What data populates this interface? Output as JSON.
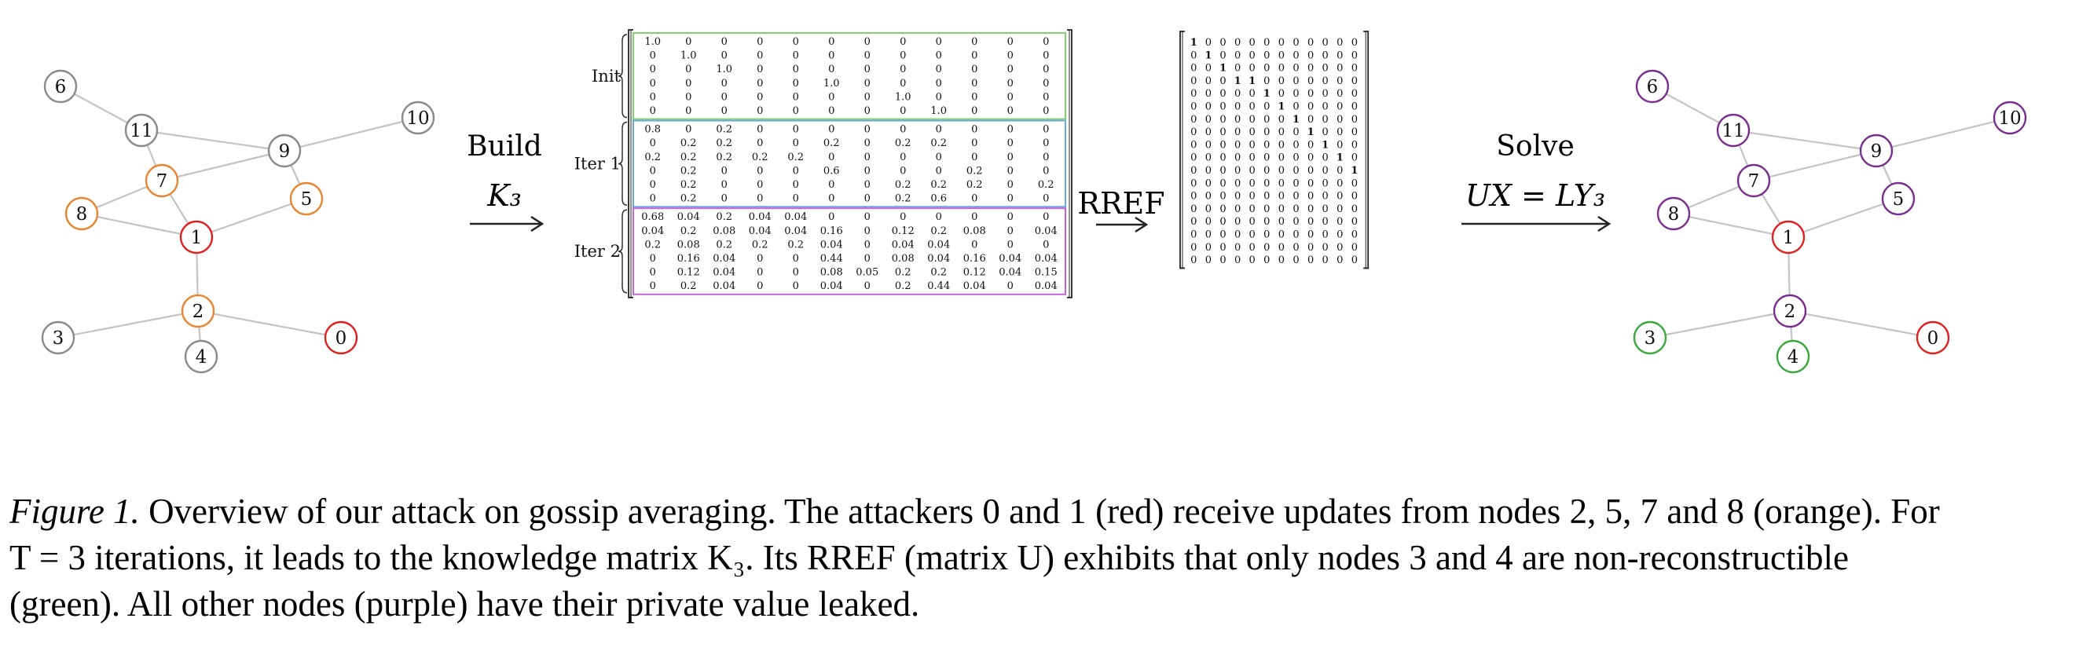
{
  "colors": {
    "grey": "#8a8a8a",
    "orange": "#e8852f",
    "red": "#e02020",
    "purple": "#7a2e8f",
    "green": "#3aa83a",
    "edge": "#c4c4c4",
    "box_init": "#7fd36a",
    "box_iter1": "#6aa9e0",
    "box_iter2": "#c266d6"
  },
  "graph": {
    "nodes": [
      {
        "id": "0",
        "x": 0.44,
        "y": 0.0
      },
      {
        "id": "1",
        "x": 0.1,
        "y": 0.0
      },
      {
        "id": "2",
        "x": 0.1,
        "y": 0.0
      },
      {
        "id": "3",
        "x": 0.0,
        "y": 0.0
      },
      {
        "id": "4",
        "x": 0.1,
        "y": 0.0
      },
      {
        "id": "5",
        "x": 0.0,
        "y": 0.0
      },
      {
        "id": "6",
        "x": 0.0,
        "y": 0.0
      },
      {
        "id": "7",
        "x": 0.0,
        "y": 0.0
      },
      {
        "id": "8",
        "x": 0.0,
        "y": 0.0
      },
      {
        "id": "9",
        "x": 0.0,
        "y": 0.0
      },
      {
        "id": "10",
        "x": 0.0,
        "y": 0.0
      },
      {
        "id": "11",
        "x": 0.0,
        "y": 0.0
      }
    ],
    "edges": [
      [
        "6",
        "11"
      ],
      [
        "11",
        "9"
      ],
      [
        "11",
        "7"
      ],
      [
        "7",
        "9"
      ],
      [
        "9",
        "10"
      ],
      [
        "9",
        "5"
      ],
      [
        "7",
        "8"
      ],
      [
        "7",
        "1"
      ],
      [
        "8",
        "1"
      ],
      [
        "5",
        "1"
      ],
      [
        "1",
        "2"
      ],
      [
        "2",
        "3"
      ],
      [
        "2",
        "4"
      ],
      [
        "2",
        "0"
      ]
    ],
    "left_status": {
      "0": "red",
      "1": "red",
      "2": "orange",
      "5": "orange",
      "7": "orange",
      "8": "orange",
      "3": "grey",
      "4": "grey",
      "6": "grey",
      "9": "grey",
      "10": "grey",
      "11": "grey"
    },
    "right_status": {
      "0": "red",
      "1": "red",
      "3": "green",
      "4": "green",
      "2": "purple",
      "5": "purple",
      "6": "purple",
      "7": "purple",
      "8": "purple",
      "9": "purple",
      "10": "purple",
      "11": "purple"
    }
  },
  "arrows": {
    "build_top": "Build",
    "build_bottom": "K₃",
    "rref": "RREF",
    "solve_top": "Solve",
    "solve_bottom": "UX = LY₃"
  },
  "k_matrix": {
    "blocks": [
      {
        "label": "Init",
        "rows": [
          [
            "1.0",
            "0",
            "0",
            "0",
            "0",
            "0",
            "0",
            "0",
            "0",
            "0",
            "0",
            "0"
          ],
          [
            "0",
            "1.0",
            "0",
            "0",
            "0",
            "0",
            "0",
            "0",
            "0",
            "0",
            "0",
            "0"
          ],
          [
            "0",
            "0",
            "1.0",
            "0",
            "0",
            "0",
            "0",
            "0",
            "0",
            "0",
            "0",
            "0"
          ],
          [
            "0",
            "0",
            "0",
            "0",
            "0",
            "1.0",
            "0",
            "0",
            "0",
            "0",
            "0",
            "0"
          ],
          [
            "0",
            "0",
            "0",
            "0",
            "0",
            "0",
            "0",
            "1.0",
            "0",
            "0",
            "0",
            "0"
          ],
          [
            "0",
            "0",
            "0",
            "0",
            "0",
            "0",
            "0",
            "0",
            "1.0",
            "0",
            "0",
            "0"
          ]
        ]
      },
      {
        "label": "Iter 1",
        "rows": [
          [
            "0.8",
            "0",
            "0.2",
            "0",
            "0",
            "0",
            "0",
            "0",
            "0",
            "0",
            "0",
            "0"
          ],
          [
            "0",
            "0.2",
            "0.2",
            "0",
            "0",
            "0.2",
            "0",
            "0.2",
            "0.2",
            "0",
            "0",
            "0"
          ],
          [
            "0.2",
            "0.2",
            "0.2",
            "0.2",
            "0.2",
            "0",
            "0",
            "0",
            "0",
            "0",
            "0",
            "0"
          ],
          [
            "0",
            "0.2",
            "0",
            "0",
            "0",
            "0.6",
            "0",
            "0",
            "0",
            "0.2",
            "0",
            "0"
          ],
          [
            "0",
            "0.2",
            "0",
            "0",
            "0",
            "0",
            "0",
            "0.2",
            "0.2",
            "0.2",
            "0",
            "0.2"
          ],
          [
            "0",
            "0.2",
            "0",
            "0",
            "0",
            "0",
            "0",
            "0.2",
            "0.6",
            "0",
            "0",
            "0"
          ]
        ]
      },
      {
        "label": "Iter 2",
        "rows": [
          [
            "0.68",
            "0.04",
            "0.2",
            "0.04",
            "0.04",
            "0",
            "0",
            "0",
            "0",
            "0",
            "0",
            "0"
          ],
          [
            "0.04",
            "0.2",
            "0.08",
            "0.04",
            "0.04",
            "0.16",
            "0",
            "0.12",
            "0.2",
            "0.08",
            "0",
            "0.04"
          ],
          [
            "0.2",
            "0.08",
            "0.2",
            "0.2",
            "0.2",
            "0.04",
            "0",
            "0.04",
            "0.04",
            "0",
            "0",
            "0"
          ],
          [
            "0",
            "0.16",
            "0.04",
            "0",
            "0",
            "0.44",
            "0",
            "0.08",
            "0.04",
            "0.16",
            "0.04",
            "0.04"
          ],
          [
            "0",
            "0.12",
            "0.04",
            "0",
            "0",
            "0.08",
            "0.05",
            "0.2",
            "0.2",
            "0.12",
            "0.04",
            "0.15"
          ],
          [
            "0",
            "0.2",
            "0.04",
            "0",
            "0",
            "0.04",
            "0",
            "0.2",
            "0.44",
            "0.04",
            "0",
            "0.04"
          ]
        ]
      }
    ]
  },
  "rref_matrix": {
    "pivots": [
      [
        0,
        0
      ],
      [
        1,
        1
      ],
      [
        2,
        2
      ],
      [
        3,
        3
      ],
      [
        3,
        4
      ],
      [
        4,
        5
      ],
      [
        5,
        6
      ],
      [
        6,
        7
      ],
      [
        7,
        8
      ],
      [
        8,
        9
      ],
      [
        9,
        10
      ],
      [
        10,
        11
      ]
    ],
    "rows": 18,
    "cols": 12
  },
  "caption": {
    "label": "Figure 1.",
    "line1": " Overview of our attack on gossip averaging. The attackers 0 and 1 (red) receive updates from nodes 2, 5, 7 and 8 (orange). For",
    "line2": "T = 3 iterations, it leads to the knowledge matrix K₃. Its RREF (matrix U) exhibits that only nodes 3 and 4 are non-reconstructible",
    "line3": "(green). All other nodes (purple) have their private value leaked."
  }
}
